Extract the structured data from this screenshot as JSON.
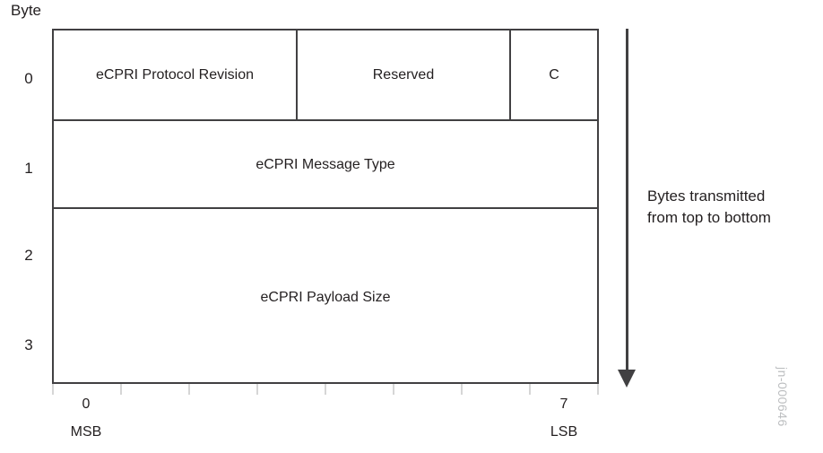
{
  "diagram": {
    "byte_axis_title": "Byte",
    "byte_labels": [
      "0",
      "1",
      "2",
      "3"
    ],
    "fields": {
      "protocol_revision": "eCPRI Protocol Revision",
      "reserved": "Reserved",
      "concatenation": "C",
      "message_type": "eCPRI Message Type",
      "payload_size": "eCPRI Payload Size"
    },
    "bit_ruler": {
      "first_bit": "0",
      "last_bit": "7",
      "first_bit_significance": "MSB",
      "last_bit_significance": "LSB",
      "tick_count": 9
    },
    "annotation": {
      "line1": "Bytes transmitted",
      "line2": "from top to bottom"
    },
    "watermark": "jn-000646",
    "colors": {
      "line": "#414042",
      "text": "#231f20",
      "tick": "#d6d6d6",
      "watermark": "#bcbec0",
      "background": "#ffffff"
    }
  }
}
